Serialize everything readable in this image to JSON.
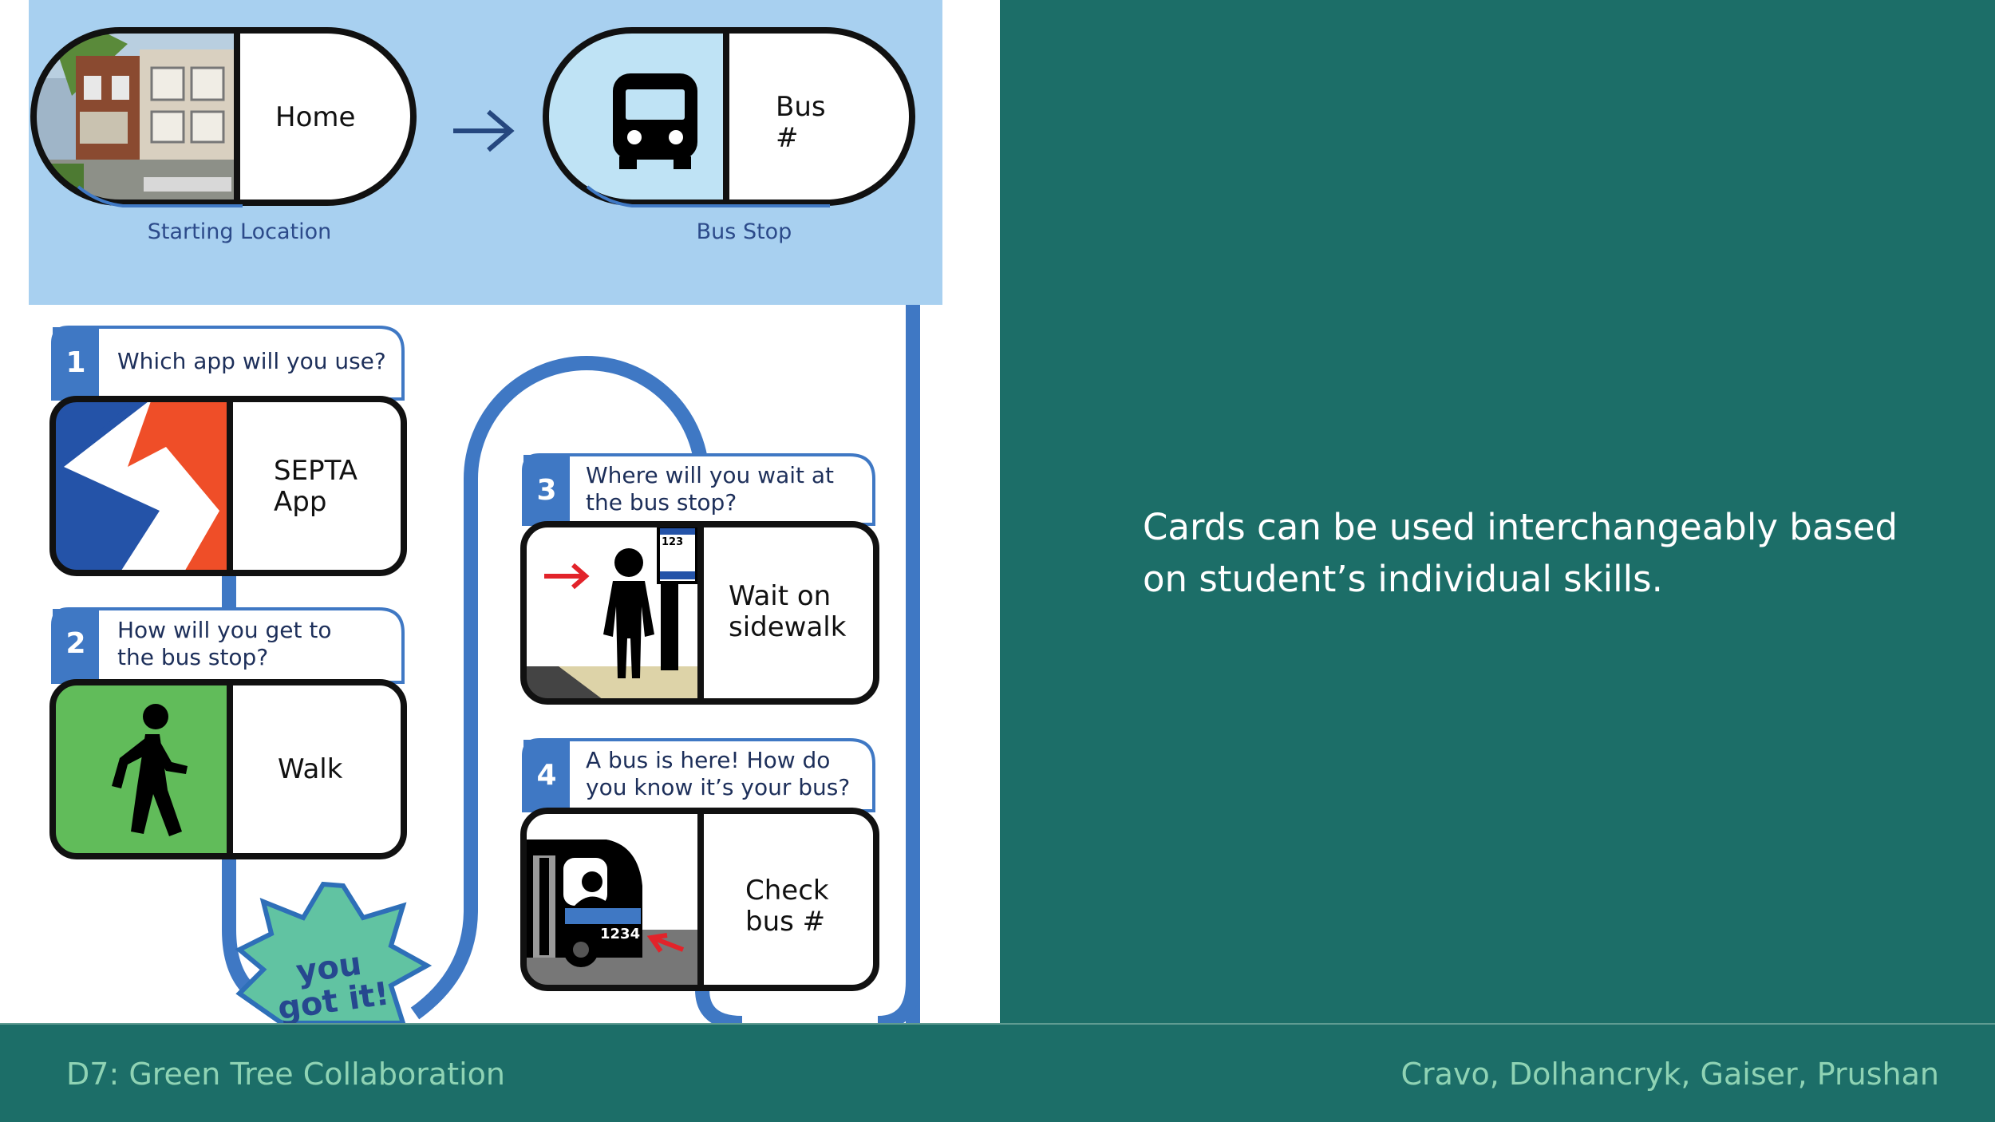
{
  "route": {
    "start_card": {
      "label": "Home",
      "caption": "Starting Location",
      "photo": "house-photo"
    },
    "end_card": {
      "label": "Bus\n#",
      "caption": "Bus Stop",
      "icon": "bus-front-icon"
    },
    "arrow_icon": "arrow-right-icon"
  },
  "steps": [
    {
      "number": "1",
      "question": "Which app will you use?",
      "answer": "SEPTA\nApp",
      "icon": "septa-logo-icon"
    },
    {
      "number": "2",
      "question": "How will you get to\nthe bus stop?",
      "answer": "Walk",
      "icon": "walking-person-icon"
    },
    {
      "number": "3",
      "question": "Where will you wait at\nthe bus stop?",
      "answer": "Wait on\nsidewalk",
      "icon": "person-at-bus-stop-icon",
      "sign_number": "123"
    },
    {
      "number": "4",
      "question": "A bus is here! How do\nyou know it’s your bus?",
      "answer": "Check\nbus #",
      "icon": "bus-side-icon",
      "bus_number": "1234"
    }
  ],
  "badge": {
    "text": "you\ngot it!"
  },
  "side_text": "Cards can be used interchangeably based on student’s individual skills.",
  "footer": {
    "left": "D7: Green Tree Collaboration",
    "right": "Cravo, Dolhancryk, Gaiser, Prushan"
  },
  "colors": {
    "teal_background": "#1c6e68",
    "footer_text": "#8fd3b4",
    "light_blue_panel": "#a8d0f0",
    "route_blue": "#3f78c4",
    "septa_red": "#ef4e28",
    "septa_blue": "#2453a8",
    "walk_green": "#61bc5a"
  }
}
